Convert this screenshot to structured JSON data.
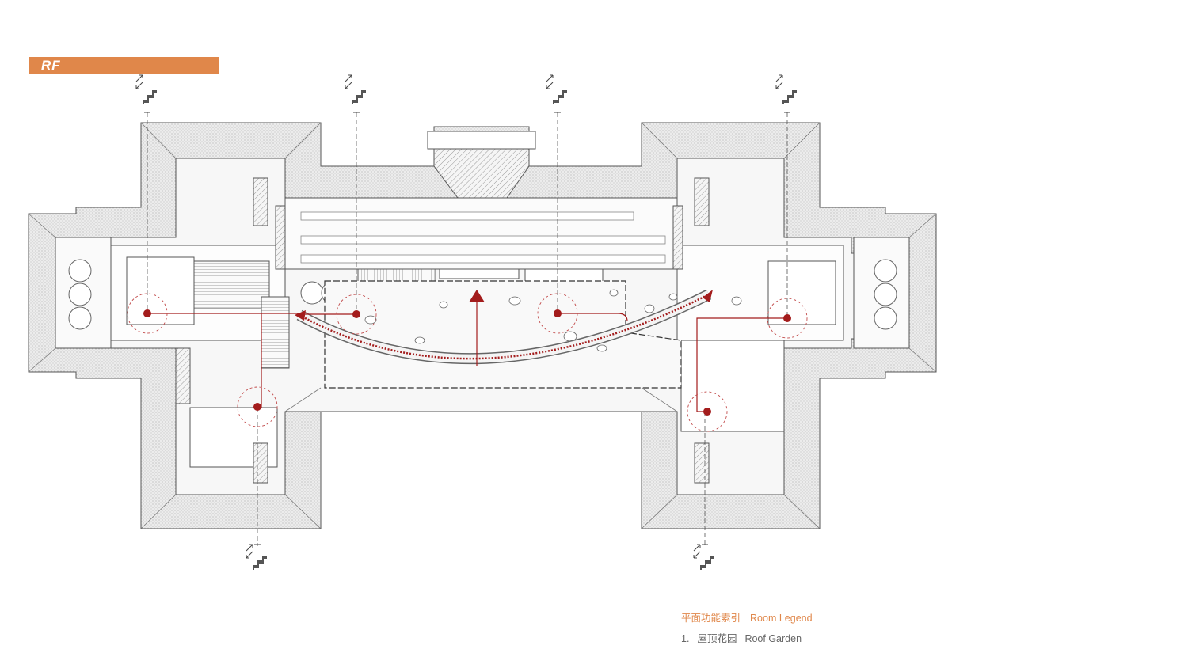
{
  "floor_tag": "RF",
  "legend": {
    "title_cn": "平面功能索引",
    "title_en": "Room Legend",
    "items": [
      {
        "num": "1.",
        "cn": "屋顶花园",
        "en": "Roof Garden"
      }
    ]
  },
  "colors": {
    "accent_orange": "#e0874a",
    "route_red": "#a31c1c",
    "line_gray": "#555555",
    "hatch_gray": "#e6e6e6"
  },
  "icons": [
    "elevator-arrows-icon",
    "stair-icon",
    "route-node-icon",
    "route-arrow-icon"
  ]
}
